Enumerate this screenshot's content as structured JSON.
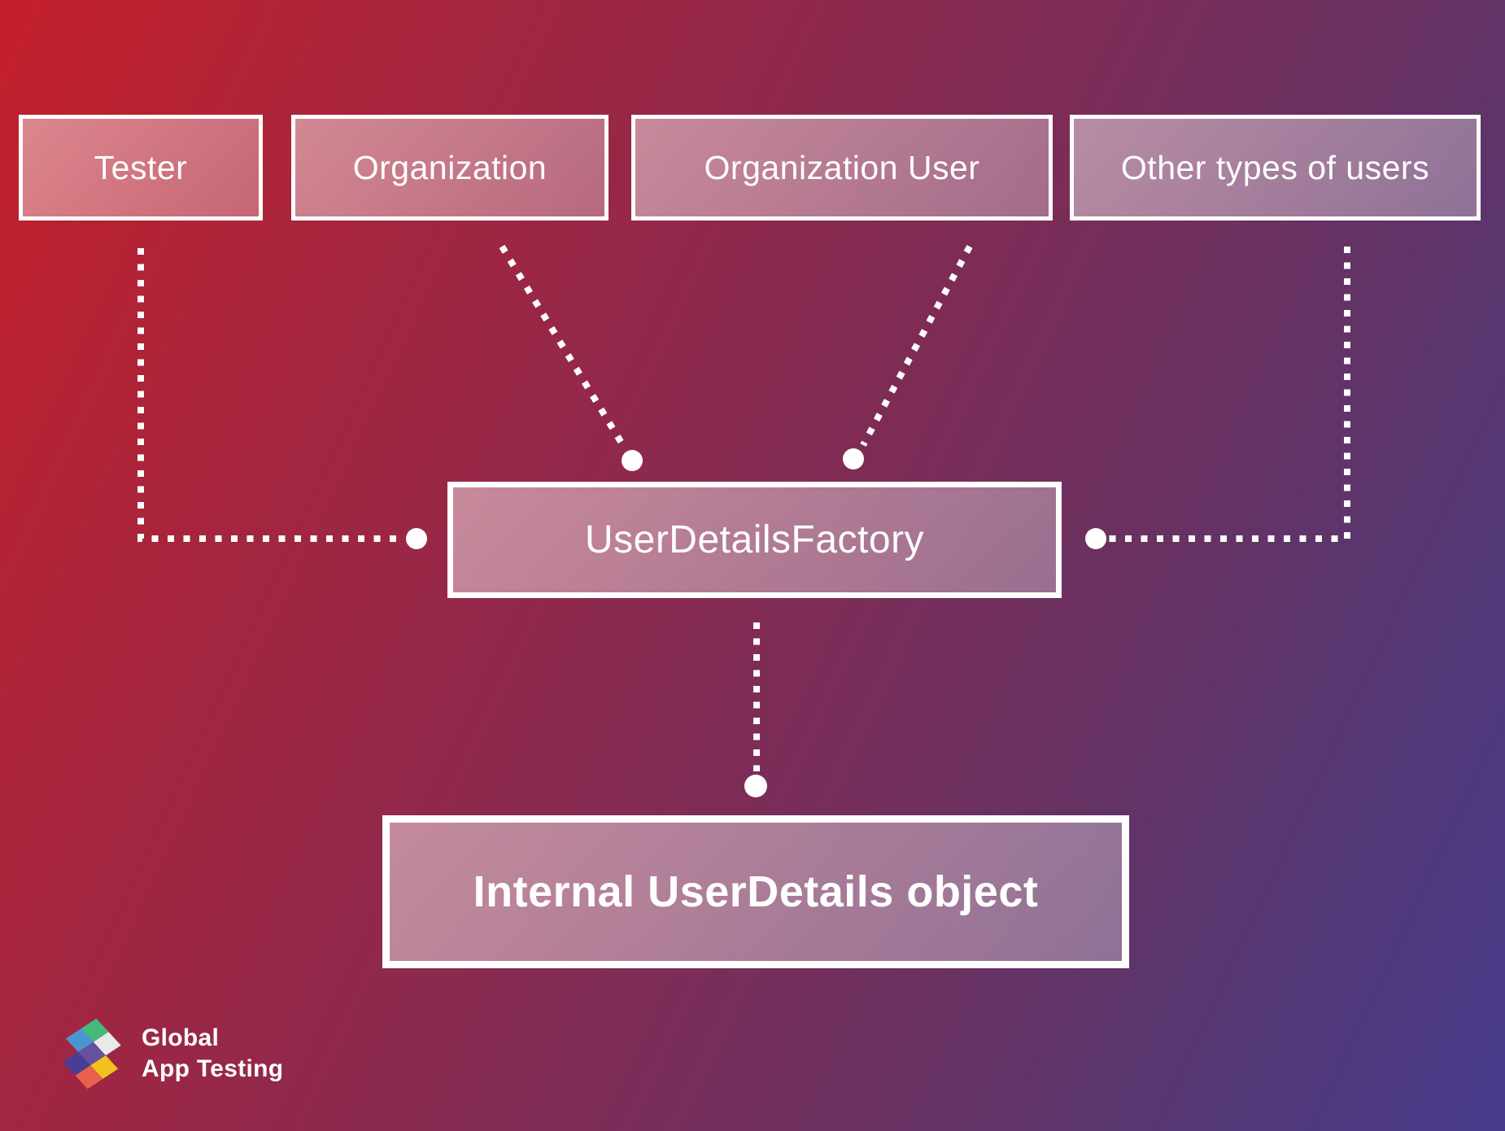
{
  "diagram": {
    "source_nodes": [
      {
        "id": "tester",
        "label": "Tester"
      },
      {
        "id": "organization",
        "label": "Organization"
      },
      {
        "id": "organization-user",
        "label": "Organization User"
      },
      {
        "id": "other-users",
        "label": "Other types of users"
      }
    ],
    "factory_node": {
      "label": "UserDetailsFactory"
    },
    "output_node": {
      "label": "Internal UserDetails object"
    }
  },
  "logo": {
    "line1": "Global",
    "line2": "App Testing",
    "icon": "hexagon-cubes-icon"
  },
  "colors": {
    "background_start": "#c41f2b",
    "background_end": "#473a8c",
    "node_border": "#ffffff",
    "node_fill": "rgba(255,255,255,0.38)",
    "connector": "#ffffff",
    "logo_green": "#45b97c",
    "logo_white": "#e9e9ec",
    "logo_blue": "#4a95d2",
    "logo_purple": "#65519f",
    "logo_dark_purple": "#4b3d92",
    "logo_yellow": "#f2c120",
    "logo_orange": "#e9614e"
  }
}
